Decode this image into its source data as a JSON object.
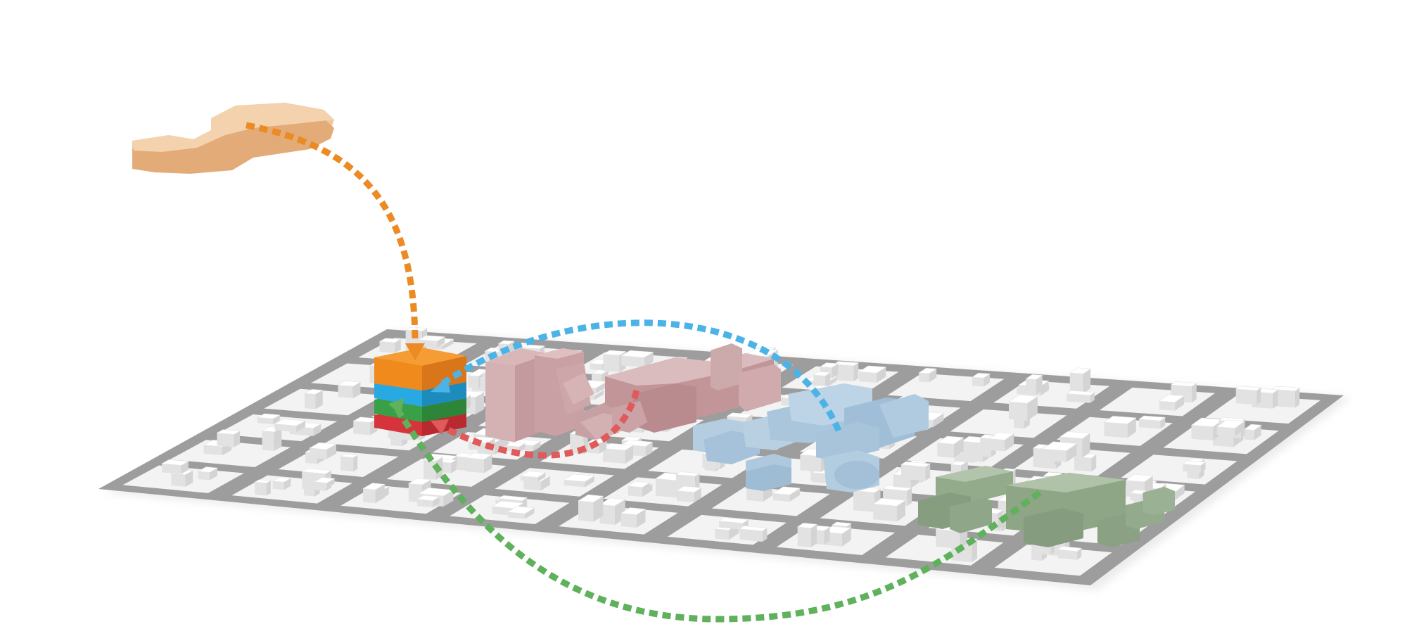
{
  "colors": {
    "background": "#ffffff",
    "ground": "#ececec",
    "road": "#9c9c9c",
    "block": "#f4f4f4",
    "building_top": "#ffffff",
    "building_side": "#dedede",
    "remote_site": "#e9b98a",
    "stack_orange": "#f08a1c",
    "stack_blue": "#29a9e1",
    "stack_green": "#3aa048",
    "stack_red": "#d6343b",
    "pink_district": "#c9a0a3",
    "blue_district": "#a9c6dc",
    "green_district": "#8ea586",
    "arrow_orange": "#ec8a23",
    "arrow_blue": "#4cb3e6",
    "arrow_red": "#e05a5a",
    "arrow_green": "#5fb15c"
  },
  "icons": {
    "remote_site": "remote-building-icon",
    "stack": "stacked-program-block-icon",
    "arrowhead": "arrowhead-icon"
  },
  "flows": [
    {
      "id": "orange",
      "from": "remote-site",
      "to": "stack-top-orange"
    },
    {
      "id": "blue",
      "from": "blue-district",
      "to": "stack-blue-layer"
    },
    {
      "id": "red",
      "from": "pink-district",
      "to": "stack-red-layer"
    },
    {
      "id": "green",
      "from": "green-district",
      "to": "stack-green-layer"
    }
  ]
}
